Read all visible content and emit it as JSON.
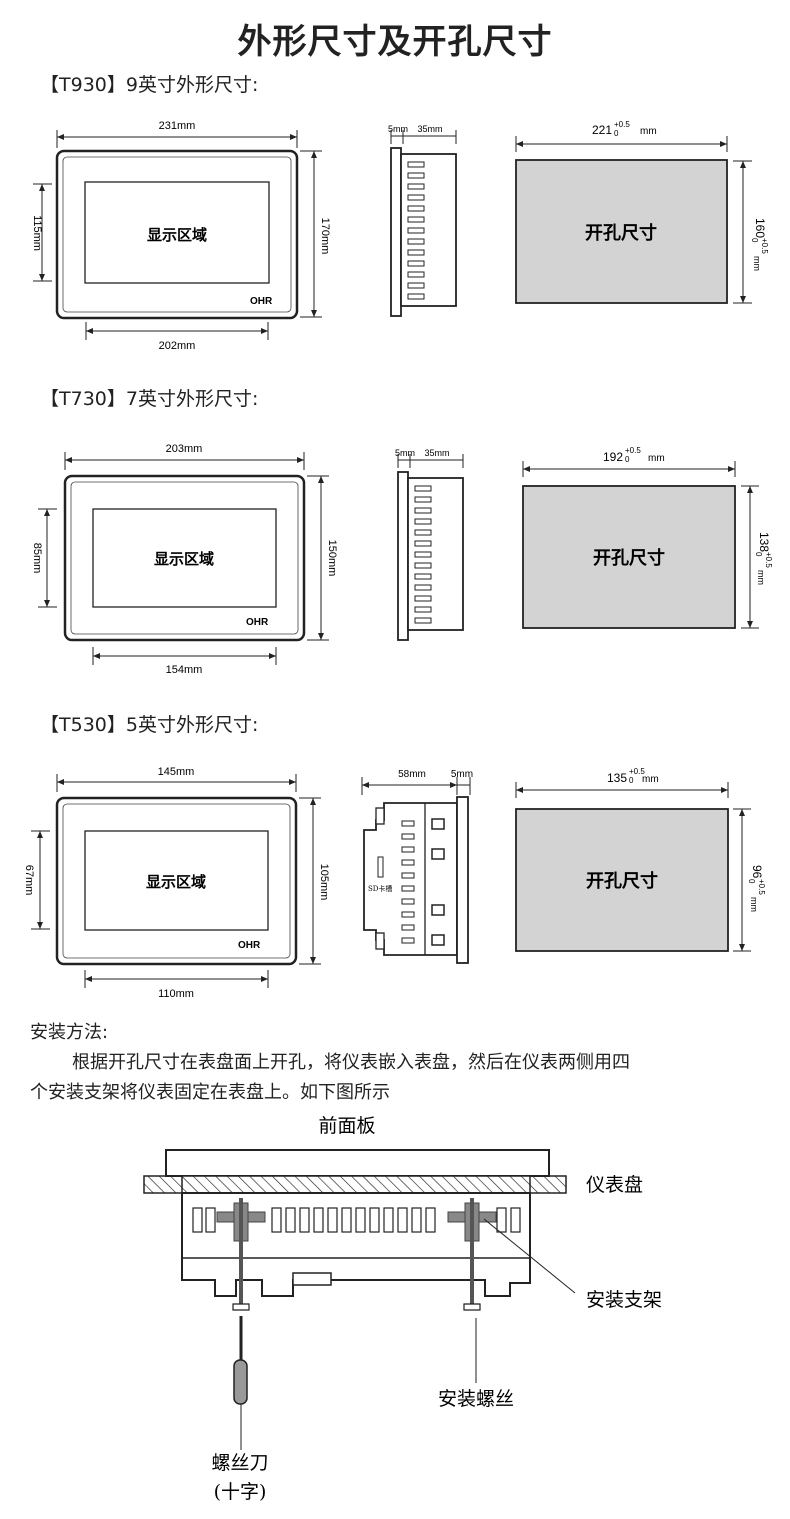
{
  "title": "外形尺寸及开孔尺寸",
  "sections": [
    {
      "heading": "【T930】9英寸外形尺寸:",
      "width": "231mm",
      "screen_height": "115mm",
      "height": "170mm",
      "screen_width": "202mm",
      "screen_label": "显示区域",
      "logo": "OHR",
      "side_front": "5mm",
      "side_depth": "35mm",
      "cutout_label": "开孔尺寸",
      "cutout_w": "221",
      "cutout_h": "160",
      "tol_up": "+0.5",
      "tol_lo": "0",
      "unit": "mm"
    },
    {
      "heading": "【T730】7英寸外形尺寸:",
      "width": "203mm",
      "screen_height": "85mm",
      "height": "150mm",
      "screen_width": "154mm",
      "screen_label": "显示区域",
      "logo": "OHR",
      "side_front": "5mm",
      "side_depth": "35mm",
      "cutout_label": "开孔尺寸",
      "cutout_w": "192",
      "cutout_h": "138",
      "tol_up": "+0.5",
      "tol_lo": "0",
      "unit": "mm"
    },
    {
      "heading": "【T530】5英寸外形尺寸:",
      "width": "145mm",
      "screen_height": "67mm",
      "height": "105mm",
      "screen_width": "110mm",
      "screen_label": "显示区域",
      "logo": "OHR",
      "side_front": "5mm",
      "side_depth": "58mm",
      "sd_label": "SD卡槽",
      "cutout_label": "开孔尺寸",
      "cutout_w": "135",
      "cutout_h": "96",
      "tol_up": "+0.5",
      "tol_lo": "0",
      "unit": "mm"
    }
  ],
  "install": {
    "heading": "安装方法:",
    "line1": "根据开孔尺寸在表盘面上开孔，将仪表嵌入表盘，然后在仪表两侧用四",
    "line2": "个安装支架将仪表固定在表盘上。如下图所示",
    "front_panel": "前面板",
    "panel": "仪表盘",
    "bracket": "安装支架",
    "screw": "安装螺丝",
    "screwdriver": "螺丝刀",
    "screwdriver_type": "(十字)"
  }
}
